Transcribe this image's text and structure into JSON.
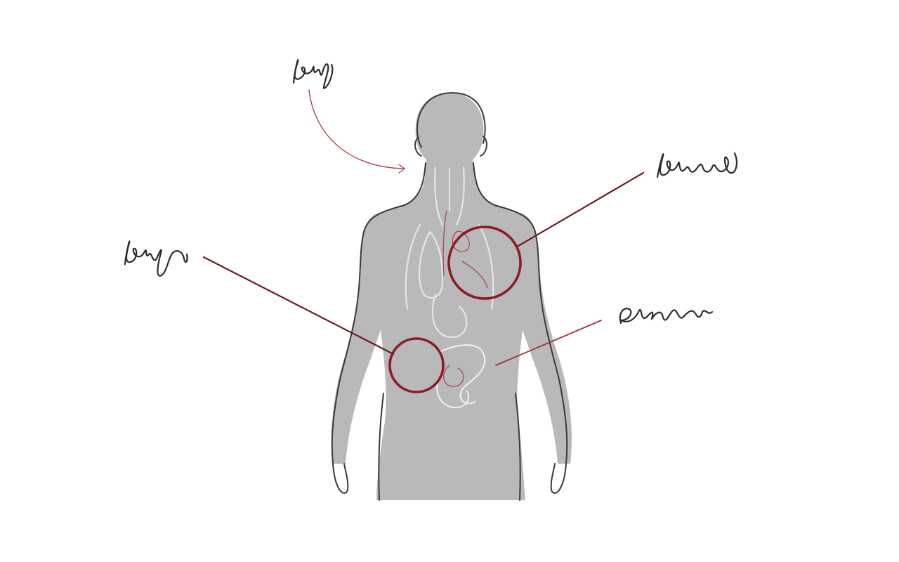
{
  "colors": {
    "ink": "#2b2b2b",
    "accent": "#8e1b22",
    "body": "#b9b9b9",
    "background": "#ffffff"
  },
  "figure": {
    "subject": "human-torso-back-view"
  },
  "callouts": [
    {
      "id": "head-label",
      "style": "illegible-handwriting"
    },
    {
      "id": "upper-right-label",
      "style": "illegible-handwriting"
    },
    {
      "id": "left-label",
      "style": "illegible-handwriting"
    },
    {
      "id": "lower-right-label",
      "style": "illegible-handwriting"
    }
  ]
}
